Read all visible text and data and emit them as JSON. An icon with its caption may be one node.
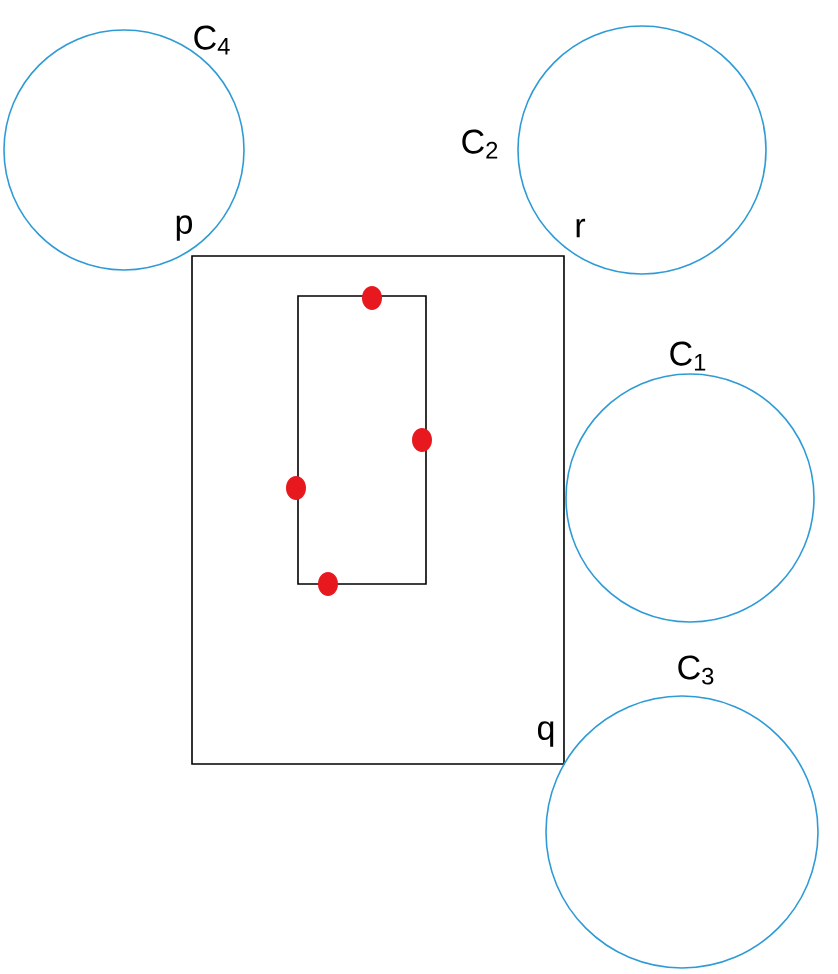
{
  "diagram": {
    "nodes": [
      {
        "text": [],
        "shape": "circle",
        "beside": [
          "C$_{4}$"
        ]
      },
      {
        "text": [],
        "shape": "circle",
        "beside": [
          "C$_{2}$"
        ]
      },
      {
        "text": [],
        "shape": "circle",
        "beside": [
          "C$_{1}$"
        ]
      },
      {
        "text": [],
        "shape": "circle",
        "beside": [
          "C$_{3}$"
        ]
      }
    ],
    "labels": [
      "p",
      "r",
      "q"
    ]
  }
}
